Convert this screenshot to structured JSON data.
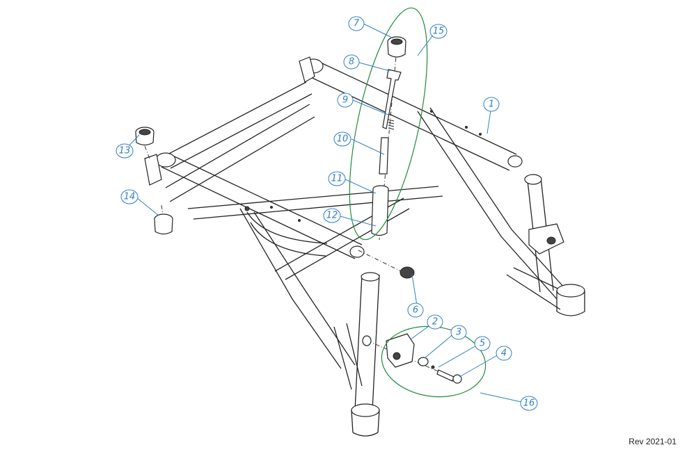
{
  "diagram": {
    "callouts": [
      "1",
      "2",
      "3",
      "4",
      "5",
      "6",
      "7",
      "8",
      "9",
      "10",
      "11",
      "12",
      "13",
      "14",
      "15",
      "16"
    ],
    "colors": {
      "balloon": "#2f7fc4",
      "group_outline": "#1f8a3a",
      "lines": "#222222"
    }
  },
  "footer": {
    "revision": "Rev 2021-01"
  }
}
